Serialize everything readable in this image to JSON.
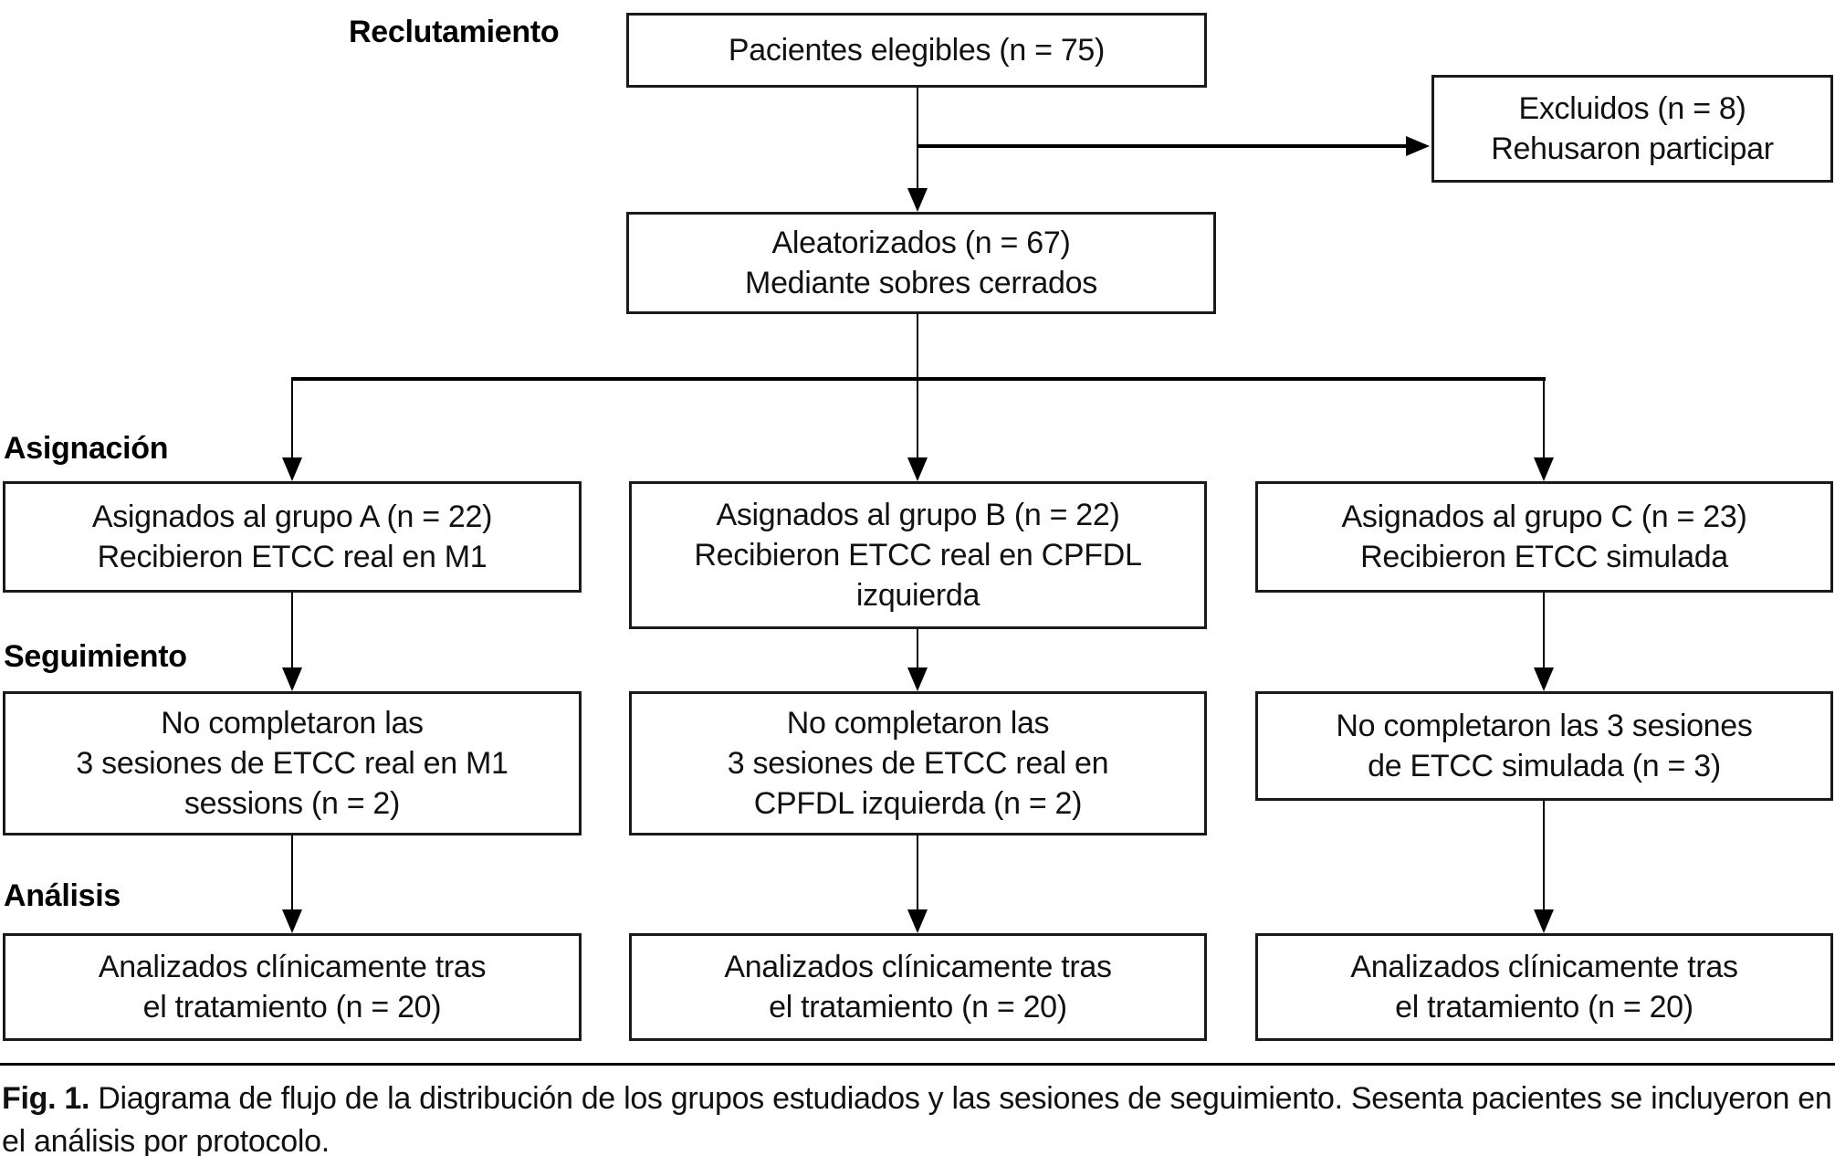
{
  "figure": {
    "stages": {
      "recruitment": "Reclutamiento",
      "allocation": "Asignación",
      "followup": "Seguimiento",
      "analysis": "Análisis"
    },
    "boxes": {
      "eligible": {
        "lines": [
          "Pacientes elegibles (n = 75)"
        ]
      },
      "excluded": {
        "lines": [
          "Excluidos (n = 8)",
          "Rehusaron participar"
        ]
      },
      "randomized": {
        "lines": [
          "Aleatorizados (n = 67)",
          "Mediante sobres cerrados"
        ]
      },
      "group_a": {
        "lines": [
          "Asignados al grupo A (n = 22)",
          "Recibieron ETCC real en M1"
        ]
      },
      "group_b": {
        "lines": [
          "Asignados al grupo B (n = 22)",
          "Recibieron ETCC real en CPFDL",
          "izquierda"
        ]
      },
      "group_c": {
        "lines": [
          "Asignados al grupo C (n = 23)",
          "Recibieron ETCC simulada"
        ]
      },
      "followup_a": {
        "lines": [
          "No completaron las",
          "3 sesiones de ETCC real en M1",
          "sessions (n = 2)"
        ]
      },
      "followup_b": {
        "lines": [
          "No completaron las",
          "3 sesiones de ETCC real en",
          "CPFDL izquierda (n = 2)"
        ]
      },
      "followup_c": {
        "lines": [
          "No completaron las 3 sesiones",
          "de ETCC simulada (n = 3)"
        ]
      },
      "analyzed_a": {
        "lines": [
          "Analizados clínicamente tras",
          "el tratamiento (n = 20)"
        ]
      },
      "analyzed_b": {
        "lines": [
          "Analizados clínicamente tras",
          "el tratamiento (n = 20)"
        ]
      },
      "analyzed_c": {
        "lines": [
          "Analizados clínicamente tras",
          "el tratamiento (n = 20)"
        ]
      }
    },
    "caption": {
      "label": "Fig. 1.",
      "text": " Diagrama de flujo de la distribución de los grupos estudiados y las sesiones de seguimiento. Sesenta pacientes se incluyeron en el análisis por protocolo."
    },
    "colors": {
      "line": "#000000",
      "background": "#ffffff"
    }
  }
}
